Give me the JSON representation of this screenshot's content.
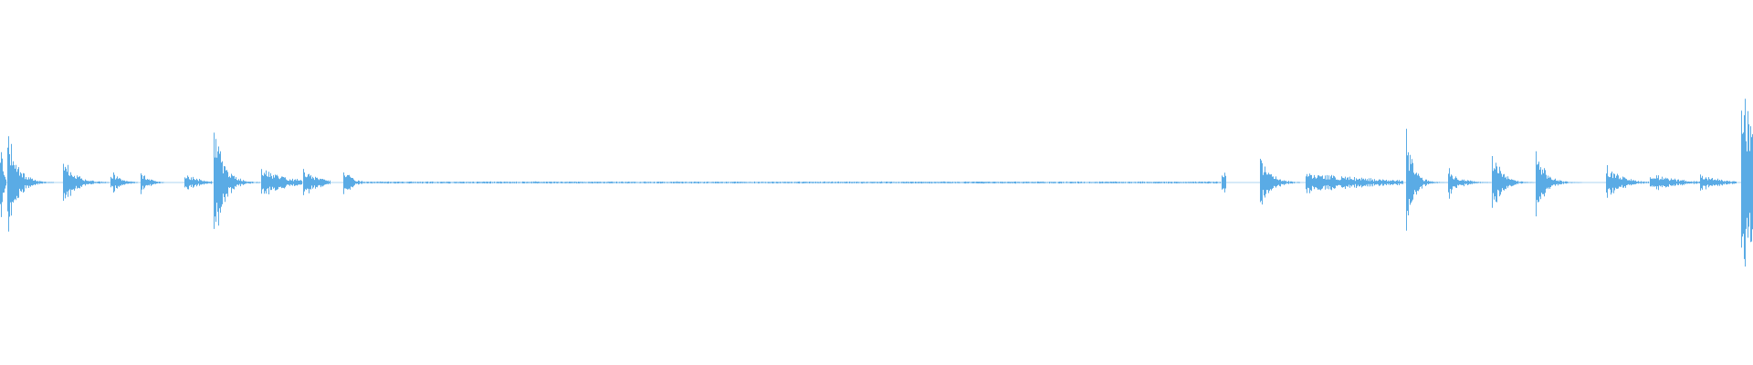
{
  "waveform": {
    "color": "#5aabe5",
    "background": "#ffffff",
    "centerline_fraction": 0.5,
    "segments": [
      {
        "start": 0.0,
        "end": 0.003,
        "peak": 0.16,
        "decay": 2.0
      },
      {
        "start": 0.004,
        "end": 0.03,
        "peak": 0.18,
        "decay": 5.0
      },
      {
        "start": 0.036,
        "end": 0.062,
        "peak": 0.08,
        "decay": 4.0
      },
      {
        "start": 0.063,
        "end": 0.078,
        "peak": 0.04,
        "decay": 3.0
      },
      {
        "start": 0.08,
        "end": 0.093,
        "peak": 0.04,
        "decay": 3.0
      },
      {
        "start": 0.105,
        "end": 0.121,
        "peak": 0.03,
        "decay": 2.0
      },
      {
        "start": 0.122,
        "end": 0.148,
        "peak": 0.21,
        "decay": 5.0
      },
      {
        "start": 0.149,
        "end": 0.172,
        "peak": 0.06,
        "decay": 2.0
      },
      {
        "start": 0.173,
        "end": 0.188,
        "peak": 0.05,
        "decay": 2.0
      },
      {
        "start": 0.196,
        "end": 0.208,
        "peak": 0.06,
        "decay": 3.0
      },
      {
        "start": 0.208,
        "end": 0.696,
        "peak": 0.003,
        "decay": 0.0
      },
      {
        "start": 0.697,
        "end": 0.699,
        "peak": 0.03,
        "decay": 0.0
      },
      {
        "start": 0.719,
        "end": 0.741,
        "peak": 0.09,
        "decay": 4.0
      },
      {
        "start": 0.745,
        "end": 0.8,
        "peak": 0.035,
        "decay": 1.5
      },
      {
        "start": 0.802,
        "end": 0.826,
        "peak": 0.17,
        "decay": 6.0
      },
      {
        "start": 0.826,
        "end": 0.85,
        "peak": 0.05,
        "decay": 4.0
      },
      {
        "start": 0.851,
        "end": 0.875,
        "peak": 0.12,
        "decay": 5.0
      },
      {
        "start": 0.876,
        "end": 0.902,
        "peak": 0.1,
        "decay": 5.0
      },
      {
        "start": 0.916,
        "end": 0.94,
        "peak": 0.06,
        "decay": 3.0
      },
      {
        "start": 0.941,
        "end": 0.97,
        "peak": 0.03,
        "decay": 2.0
      },
      {
        "start": 0.97,
        "end": 0.99,
        "peak": 0.03,
        "decay": 2.0
      },
      {
        "start": 0.993,
        "end": 1.0,
        "peak": 0.3,
        "decay": 0.5
      }
    ]
  }
}
